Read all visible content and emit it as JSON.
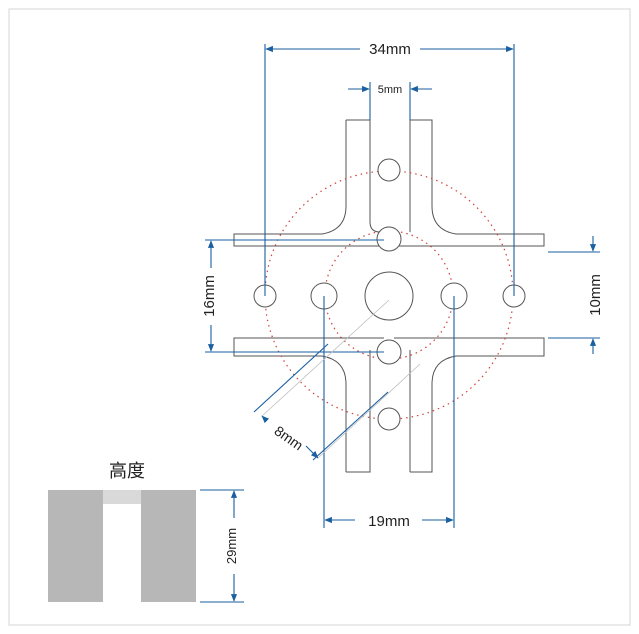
{
  "dimensions": {
    "overall_width": "34mm",
    "slot_width": "5mm",
    "slot_gap_vertical": "16mm",
    "slot_gap_right": "10mm",
    "hole_diagonal": "8mm",
    "hole_spacing": "19mm",
    "height": "29mm"
  },
  "height_section": {
    "title": "高度"
  },
  "colors": {
    "outline": "#555555",
    "dimension": "#1a5fa0",
    "pitch_circle": "#d0413a",
    "section_fill": "#b7b7b7",
    "section_light": "#d9d9d9"
  }
}
